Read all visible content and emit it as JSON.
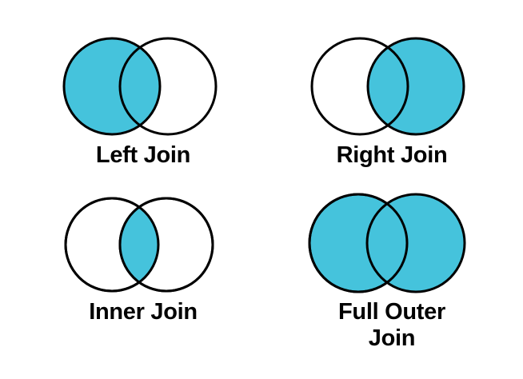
{
  "figure": {
    "background_color": "#FFFFFF",
    "fill_color": "#45C3DC",
    "stroke_color": "#000000",
    "empty_color": "#FFFFFF"
  },
  "cells": [
    {
      "id": "left-join",
      "label": "Left Join",
      "shaded": "left-circle-and-intersection"
    },
    {
      "id": "right-join",
      "label": "Right Join",
      "shaded": "right-circle-and-intersection"
    },
    {
      "id": "inner-join",
      "label": "Inner Join",
      "shaded": "intersection-only"
    },
    {
      "id": "full-outer-join",
      "label": "Full Outer\nJoin",
      "shaded": "both-circles"
    }
  ]
}
